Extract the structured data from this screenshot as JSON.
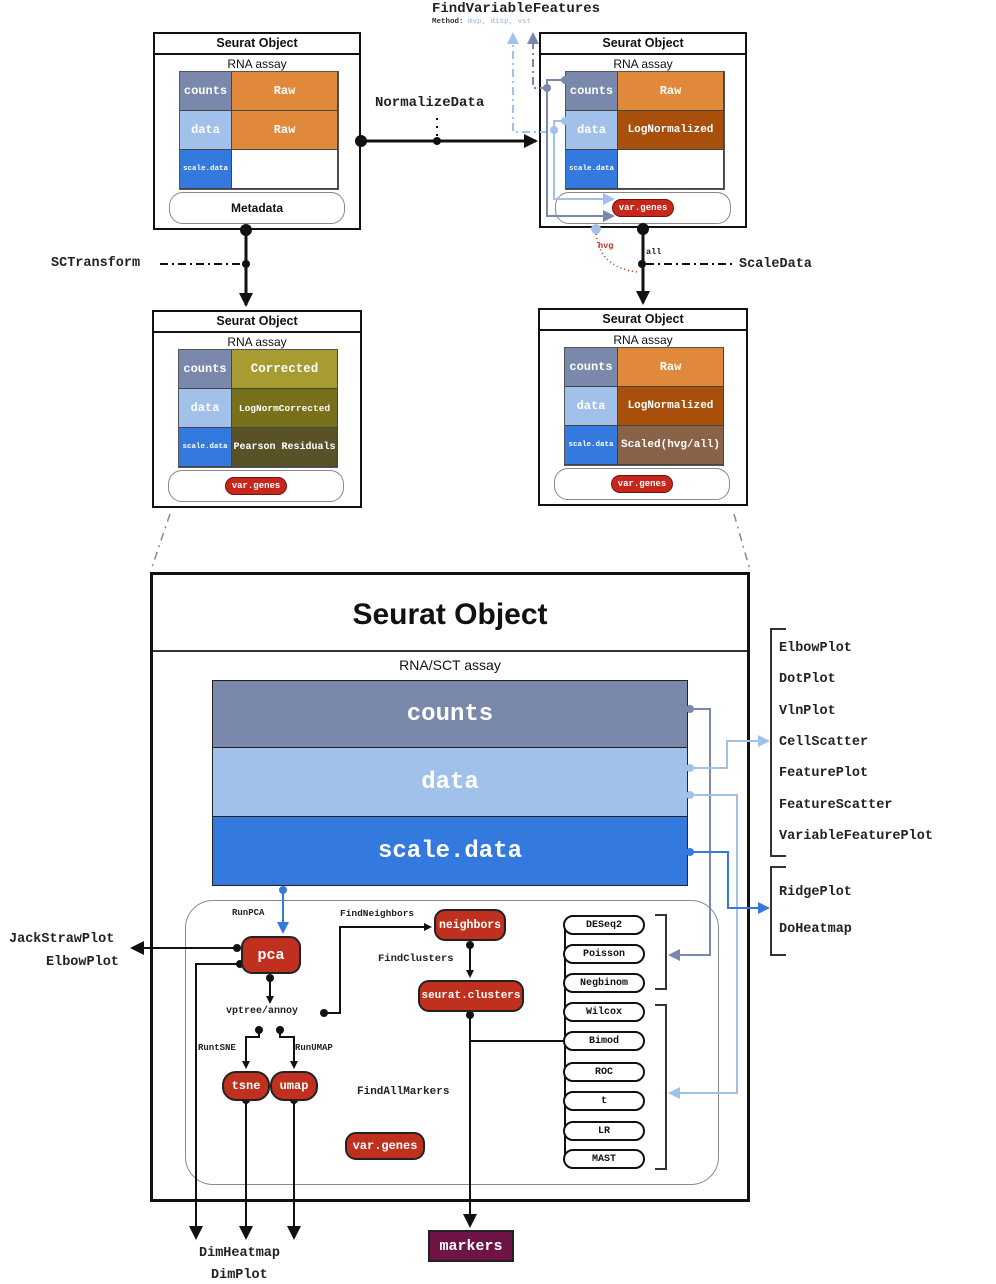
{
  "top": {
    "find_variable_features": {
      "title": "FindVariableFeatures",
      "method_label": "Method:",
      "methods": "mvp, disp, vst"
    },
    "normalize_label": "NormalizeData",
    "sctransform_label": "SCTransform",
    "scaledata_label": "ScaleData",
    "hvg_label": "hvg",
    "all_label": "all"
  },
  "objects": [
    {
      "title": "Seurat Object",
      "assay": "RNA assay",
      "rows": [
        [
          "counts",
          "Raw"
        ],
        [
          "data",
          "Raw"
        ],
        [
          "scale.data",
          ""
        ]
      ],
      "footer": "Metadata"
    },
    {
      "title": "Seurat Object",
      "assay": "RNA assay",
      "rows": [
        [
          "counts",
          "Raw"
        ],
        [
          "data",
          "LogNormalized"
        ],
        [
          "scale.data",
          ""
        ]
      ],
      "footer": "var.genes"
    },
    {
      "title": "Seurat Object",
      "assay": "RNA assay",
      "rows": [
        [
          "counts",
          "Corrected"
        ],
        [
          "data",
          "LogNormCorrected"
        ],
        [
          "scale.data",
          "Pearson Residuals"
        ]
      ],
      "footer": "var.genes"
    },
    {
      "title": "Seurat Object",
      "assay": "RNA assay",
      "rows": [
        [
          "counts",
          "Raw"
        ],
        [
          "data",
          "LogNormalized"
        ],
        [
          "scale.data",
          "Scaled(hvg/all)"
        ]
      ],
      "footer": "var.genes"
    }
  ],
  "big": {
    "title": "Seurat Object",
    "assay": "RNA/SCT assay",
    "rows": [
      "counts",
      "data",
      "scale.data"
    ],
    "nodes": {
      "pca": "pca",
      "neighbors": "neighbors",
      "clusters": "seurat.clusters",
      "tsne": "tsne",
      "umap": "umap",
      "var_genes": "var.genes"
    },
    "labels": {
      "run_pca": "RunPCA",
      "find_neighbors": "FindNeighbors",
      "find_clusters": "FindClusters",
      "vptree": "vptree/annoy",
      "run_tsne": "RuntSNE",
      "run_umap": "RunUMAP",
      "find_all_markers": "FindAllMarkers"
    },
    "tests_group1": [
      "DESeq2",
      "Poisson",
      "Negbinom"
    ],
    "tests_group2": [
      "Wilcox",
      "Bimod",
      "ROC",
      "t",
      "LR",
      "MAST"
    ]
  },
  "plots_right_group1": [
    "ElbowPlot",
    "DotPlot",
    "VlnPlot",
    "CellScatter",
    "FeaturePlot",
    "FeatureScatter",
    "VariableFeaturePlot"
  ],
  "plots_right_group2": [
    "RidgePlot",
    "DoHeatmap"
  ],
  "plots_left": [
    "JackStrawPlot",
    "ElbowPlot"
  ],
  "plots_bottom": [
    "DimHeatmap",
    "DimPlot"
  ],
  "markers_label": "markers",
  "colors": {
    "counts": "#7a89ab",
    "data": "#a2c1ea",
    "scale_data": "#3479dd",
    "raw": "#e0893b",
    "lognorm": "#a84f0c",
    "node": "#c0301f",
    "markers": "#6e1446"
  }
}
